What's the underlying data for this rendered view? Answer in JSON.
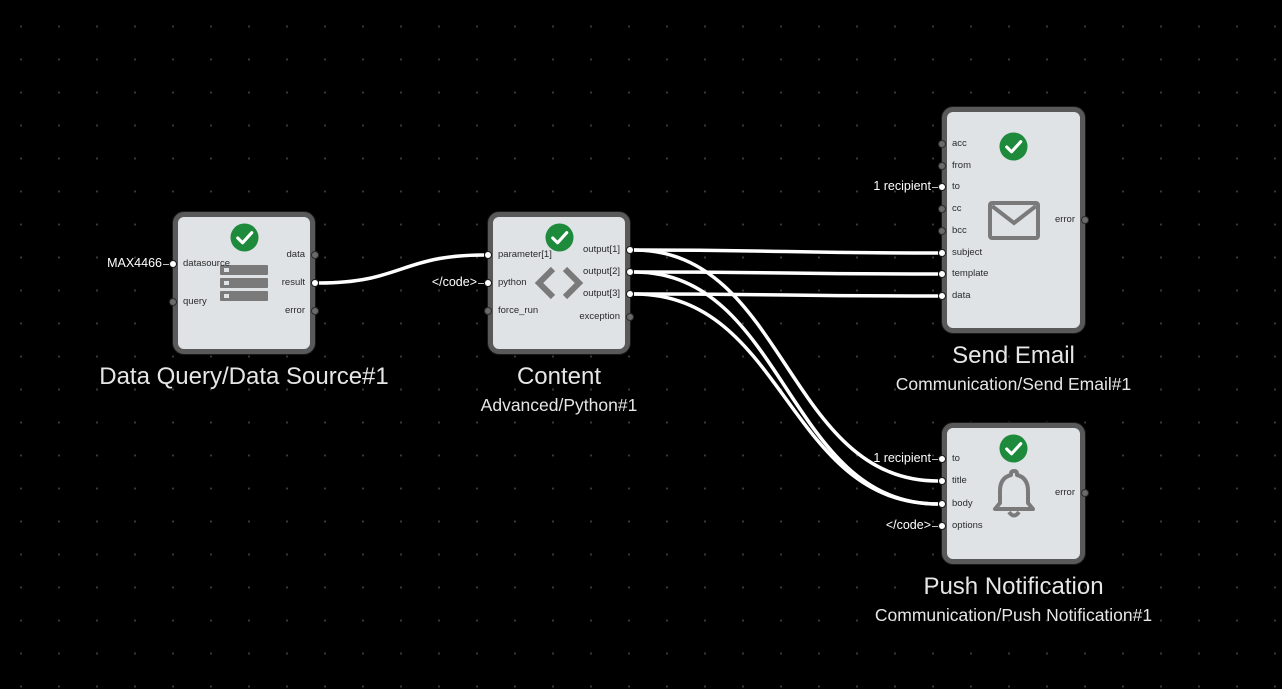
{
  "colors": {
    "background": "#000000",
    "node_fill": "#dfe3e6",
    "node_border": "#595959",
    "check_green": "#1e8a3c",
    "icon_gray": "#7a7a7a",
    "wire": "#ffffff"
  },
  "nodes": [
    {
      "id": "data-source",
      "title": "Data Query/Data Source#1",
      "subtitle": "",
      "icon": "database-icon",
      "status": "check-icon",
      "inputs": [
        {
          "label": "datasource",
          "value": "MAX4466",
          "connected": true
        },
        {
          "label": "query",
          "value": "",
          "connected": false
        }
      ],
      "outputs": [
        {
          "label": "data",
          "connected": false
        },
        {
          "label": "result",
          "connected": true
        },
        {
          "label": "error",
          "connected": false
        }
      ]
    },
    {
      "id": "python",
      "title": "Content",
      "subtitle": "Advanced/Python#1",
      "icon": "code-icon",
      "status": "check-icon",
      "inputs": [
        {
          "label": "parameter[1]",
          "value": "",
          "connected": true
        },
        {
          "label": "python",
          "value": "</code>",
          "connected": true
        },
        {
          "label": "force_run",
          "value": "",
          "connected": false
        }
      ],
      "outputs": [
        {
          "label": "output[1]",
          "connected": true
        },
        {
          "label": "output[2]",
          "connected": true
        },
        {
          "label": "output[3]",
          "connected": true
        },
        {
          "label": "exception",
          "connected": false
        }
      ]
    },
    {
      "id": "email",
      "title": "Send Email",
      "subtitle": "Communication/Send Email#1",
      "icon": "envelope-icon",
      "status": "check-icon",
      "inputs": [
        {
          "label": "acc",
          "value": "",
          "connected": false
        },
        {
          "label": "from",
          "value": "",
          "connected": false
        },
        {
          "label": "to",
          "value": "1 recipient",
          "connected": true
        },
        {
          "label": "cc",
          "value": "",
          "connected": false
        },
        {
          "label": "bcc",
          "value": "",
          "connected": false
        },
        {
          "label": "subject",
          "value": "",
          "connected": true
        },
        {
          "label": "template",
          "value": "",
          "connected": true
        },
        {
          "label": "data",
          "value": "",
          "connected": true
        }
      ],
      "outputs": [
        {
          "label": "error",
          "connected": false
        }
      ]
    },
    {
      "id": "push",
      "title": "Push Notification",
      "subtitle": "Communication/Push Notification#1",
      "icon": "bell-icon",
      "status": "check-icon",
      "inputs": [
        {
          "label": "to",
          "value": "1 recipient",
          "connected": true
        },
        {
          "label": "title",
          "value": "",
          "connected": true
        },
        {
          "label": "body",
          "value": "",
          "connected": true
        },
        {
          "label": "options",
          "value": "</code>",
          "connected": true
        }
      ],
      "outputs": [
        {
          "label": "error",
          "connected": false
        }
      ]
    }
  ],
  "edges": [
    {
      "from": "data-source.result",
      "to": "python.parameter[1]"
    },
    {
      "from": "python.output[1]",
      "to": "email.subject"
    },
    {
      "from": "python.output[2]",
      "to": "email.template"
    },
    {
      "from": "python.output[3]",
      "to": "email.data"
    },
    {
      "from": "python.output[1]",
      "to": "push.title"
    },
    {
      "from": "python.output[2]",
      "to": "push.body"
    },
    {
      "from": "python.output[3]",
      "to": "push.body"
    }
  ]
}
